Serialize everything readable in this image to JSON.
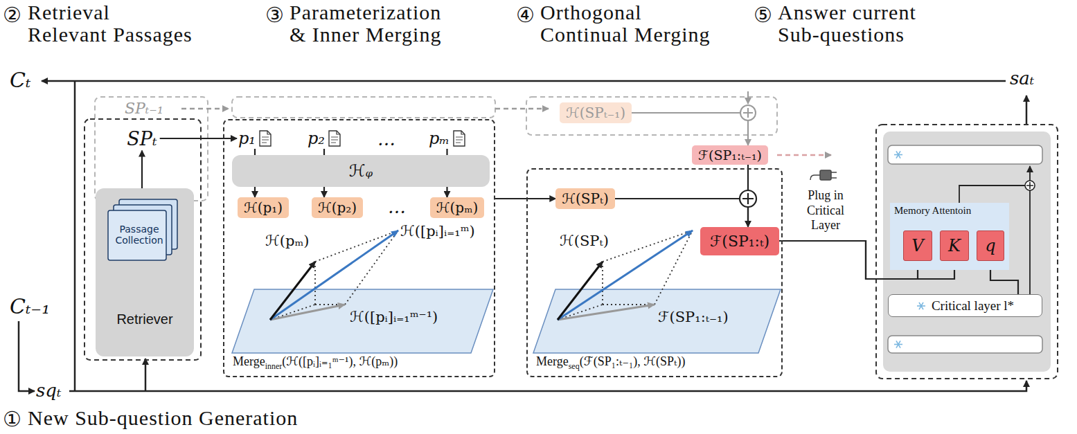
{
  "diagram": {
    "nodes": [
      {
        "text": [
          "SPₜ"
        ]
      },
      {
        "text": [
          "Retriever"
        ]
      },
      {
        "text": [
          "Passage Collection"
        ],
        "in": 1
      },
      {
        "text": [
          "Merge",
          "inner",
          "(ℋ([pᵢ]ᵢ₌₁ᵐ⁻¹), ℋ(pₘ))"
        ]
      },
      {
        "text": [
          "ℋᵩ"
        ],
        "in": 3
      },
      {
        "text": [
          "p₁"
        ],
        "in": 3
      },
      {
        "text": [
          "p₂"
        ],
        "in": 3
      },
      {
        "text": [
          "pₘ"
        ],
        "in": 3
      },
      {
        "text": [
          "ℋ(p₁)"
        ],
        "in": 3
      },
      {
        "text": [
          "ℋ(p₂)"
        ],
        "in": 3
      },
      {
        "text": [
          "ℋ(pₘ)"
        ],
        "in": 3
      },
      {
        "text": [
          "ℋ(SPₜ₋₁)"
        ]
      },
      {
        "text": [
          "ℱ(SP₁:ₜ₋₁)"
        ]
      },
      {
        "text": [
          "Merge",
          "seq",
          "(ℱ(SP₁:ₜ₋₁), ℋ(SPₜ))"
        ]
      },
      {
        "text": [
          "ℋ(SPₜ)"
        ],
        "in": 13
      },
      {
        "text": [
          "ℱ(SP₁:ₜ)"
        ],
        "in": 13
      },
      {
        "text": [
          "Memory Attentoin"
        ]
      },
      {
        "text": [
          "V"
        ],
        "in": 16
      },
      {
        "text": [
          "K"
        ],
        "in": 16
      },
      {
        "text": [
          "q"
        ],
        "in": 16
      },
      {
        "text": [
          "Critical layer l*"
        ]
      }
    ],
    "edges": [
      {
        "from": 0,
        "to": 5,
        "arrow": "to"
      },
      {
        "from": 1,
        "to": 0,
        "arrow": "to"
      },
      {
        "from": 5,
        "to": 8,
        "arrow": "to"
      },
      {
        "from": 6,
        "to": 9,
        "arrow": "to"
      },
      {
        "from": 7,
        "to": 10,
        "arrow": "to"
      },
      {
        "from": 3,
        "to": 14,
        "arrow": "to"
      },
      {
        "from": 11,
        "to": 12,
        "arrow": "to"
      },
      {
        "from": 12,
        "to": 15,
        "arrow": "to"
      },
      {
        "from": 14,
        "to": 15,
        "arrow": "to"
      },
      {
        "from": 15,
        "to": 17,
        "arrow": "to"
      },
      {
        "from": 15,
        "to": 18,
        "arrow": "to"
      },
      {
        "from": 20,
        "to": 19,
        "arrow": "to"
      }
    ],
    "labels": [
      "②",
      "Retrieval Relevant Passages",
      "③",
      "Parameterization & Inner Merging",
      "④",
      "Orthogonal Continual Merging",
      "⑤",
      "Answer current Sub-questions",
      "①",
      "New Sub-question Generation",
      "Cₜ",
      "Cₜ₋₁",
      "sqₜ",
      "saₜ",
      "SPₜ₋₁",
      "…",
      "…",
      "ℋ(pₘ)",
      "ℋ([pᵢ]ᵢ₌₁ᵐ)",
      "ℋ([pᵢ]ᵢ₌₁ᵐ⁻¹)",
      "ℋ(SPₜ)",
      "ℱ(SP₁:ₜ₋₁)",
      "Plug in Critical Layer"
    ]
  }
}
